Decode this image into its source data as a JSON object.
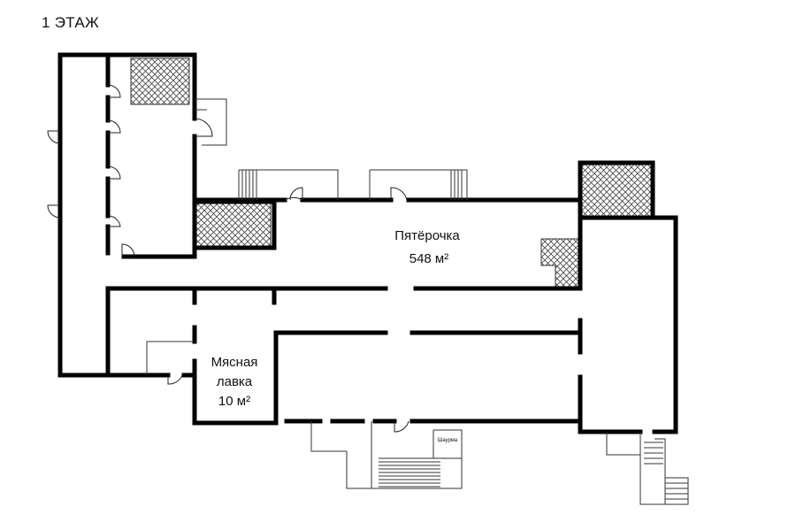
{
  "floor_title": "1 ЭТАЖ",
  "rooms": {
    "pyaterochka": {
      "name": "Пятёрочка",
      "area": "548 м²"
    },
    "butcher": {
      "name_line1": "Мясная",
      "name_line2": "лавка",
      "area": "10 м²"
    },
    "shawarma": {
      "name": "Шаурма"
    }
  },
  "colors": {
    "wall": "#000000",
    "stroke": "#333333",
    "hatch": "#444444"
  }
}
